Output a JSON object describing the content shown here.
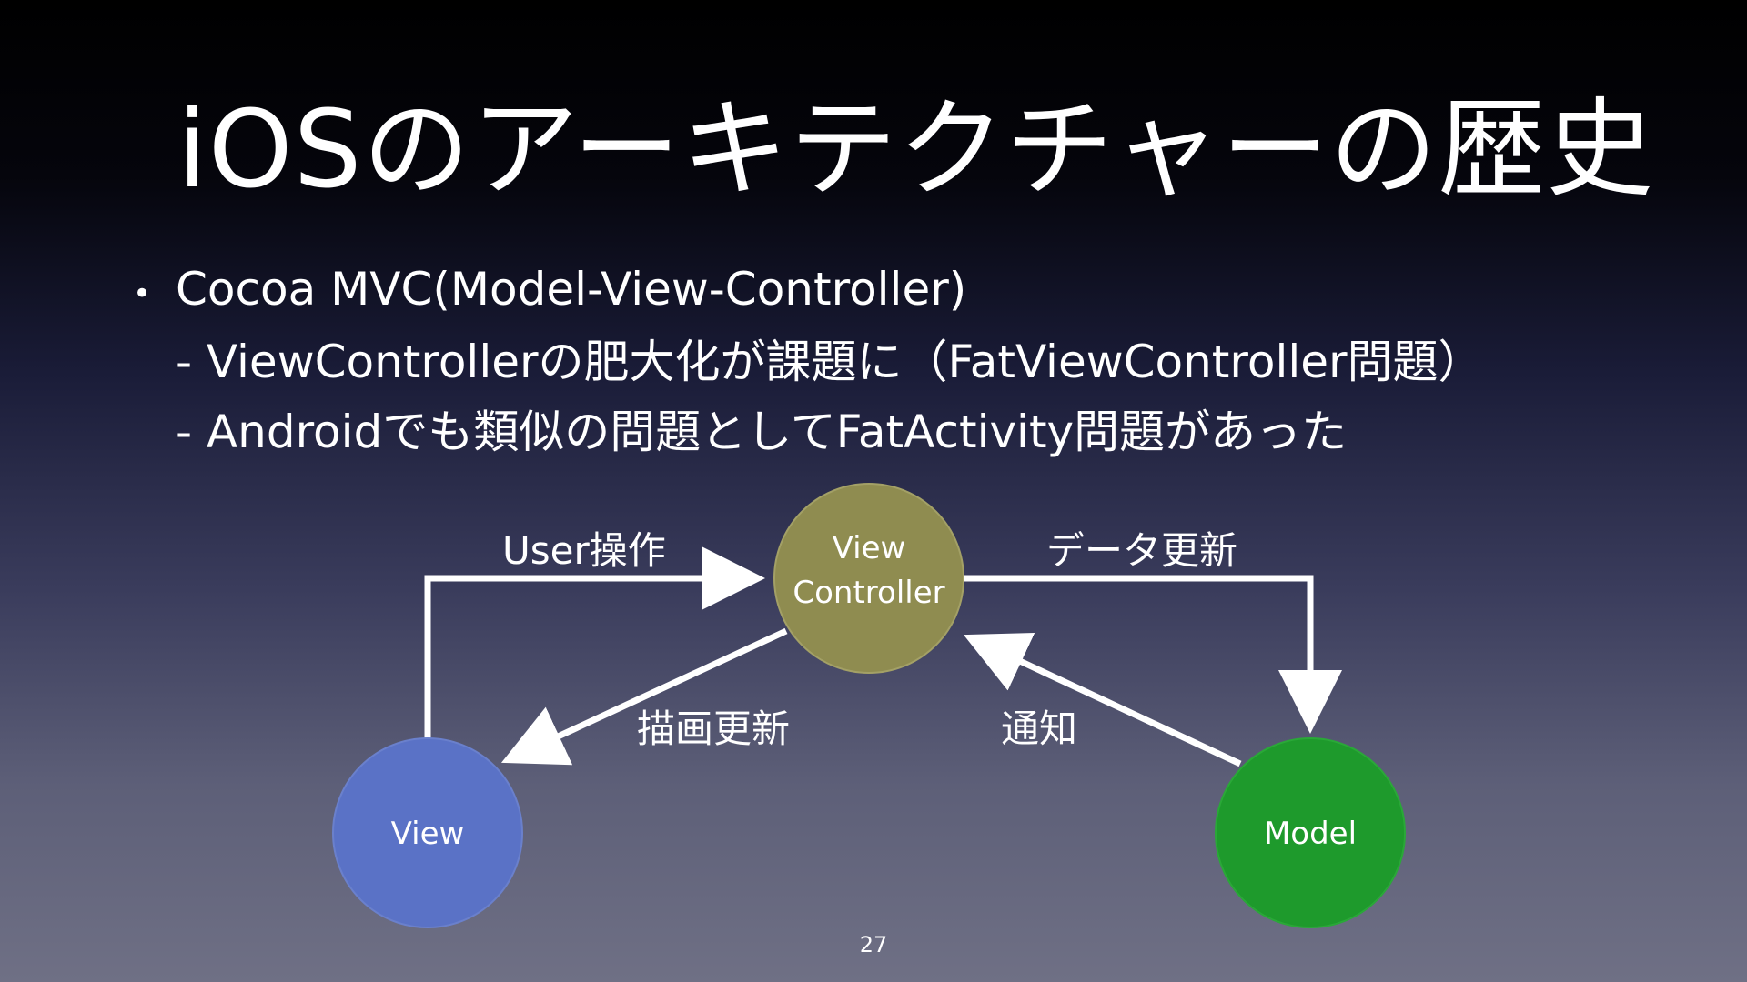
{
  "slide": {
    "title": "iOSのアーキテクチャーの歴史",
    "bullet": "Cocoa MVC(Model-View-Controller)",
    "sub_lines": [
      "- ViewControllerの肥大化が課題に（FatViewController問題）",
      "- Androidでも類似の問題としてFatActivity問題があった"
    ],
    "page_number": "27"
  },
  "diagram": {
    "nodes": {
      "view_controller": {
        "line1": "View",
        "line2": "Controller",
        "color": "#8f8c50"
      },
      "view": {
        "label": "View",
        "color": "#5a72c6"
      },
      "model": {
        "label": "Model",
        "color": "#1e9a2c"
      }
    },
    "edges": {
      "user_action": "User操作",
      "data_update": "データ更新",
      "render_update": "描画更新",
      "notify": "通知"
    }
  }
}
